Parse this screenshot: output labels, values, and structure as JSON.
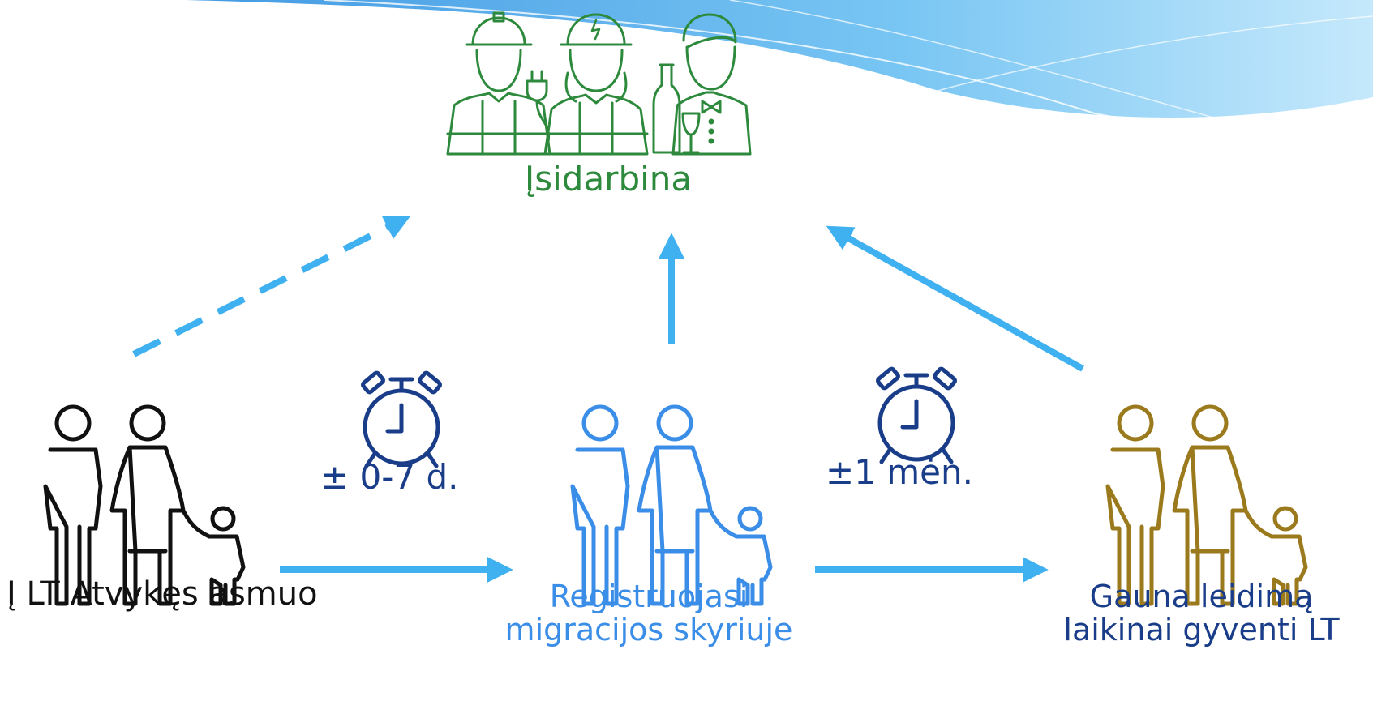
{
  "nodes": {
    "employed": {
      "label": "Įsidarbina",
      "color": "#2d8a3c"
    },
    "arrived": {
      "label": "Į  LT Atvykęs asmuo",
      "color": "#111111"
    },
    "registers": {
      "label_line1": "Registruojasi",
      "label_line2": "migracijos skyriuje",
      "color": "#3b8ee8"
    },
    "permit": {
      "label_line1": "Gauna  leidimą",
      "label_line2": "laikinai gyventi  LT",
      "color": "#9a7a1c"
    }
  },
  "durations": {
    "arrival_to_registration": "± 0-7 d.",
    "registration_to_permit": "±1 mėn."
  },
  "icons": {
    "workers": "workers-group-icon",
    "family": "family-icon",
    "clock": "alarm-clock-icon"
  },
  "colors": {
    "arrow": "#3fb0f0",
    "time_text": "#1a3d8a",
    "clock": "#1a3d8a"
  }
}
